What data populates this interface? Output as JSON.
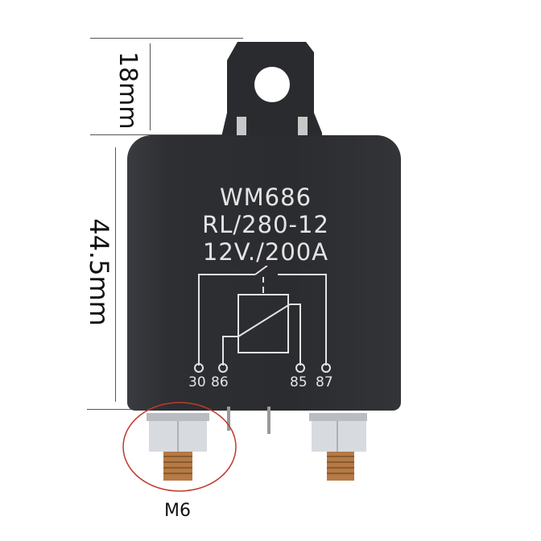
{
  "dimensions": {
    "top_height": "18mm",
    "body_height": "44.5mm"
  },
  "relay": {
    "model": "WM686",
    "part_number": "RL/280-12",
    "rating": "12V./200A",
    "pins": [
      "30",
      "86",
      "85",
      "87"
    ],
    "body_color": "#2e2f33",
    "marking_color": "#e4e4e4"
  },
  "callout": {
    "thread_size": "M6",
    "circle_color": "#c0392b"
  }
}
